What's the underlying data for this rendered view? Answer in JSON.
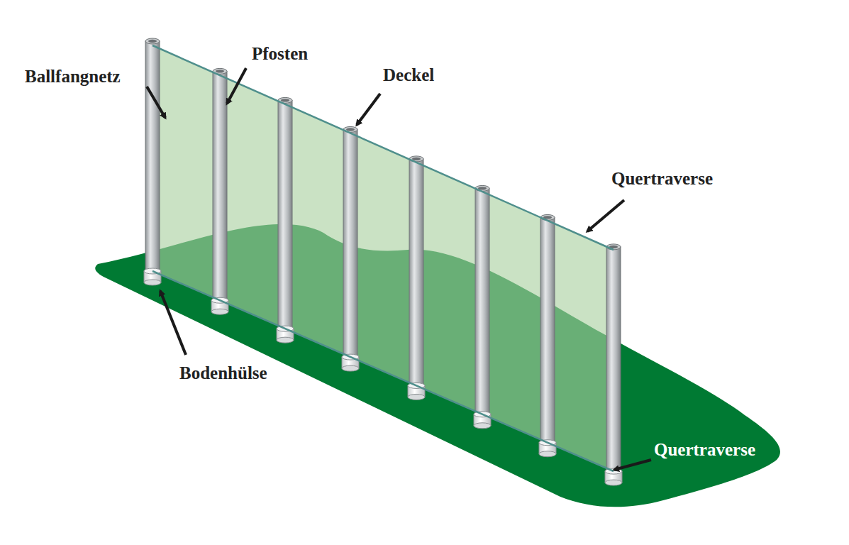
{
  "diagram": {
    "labels": [
      "Ballfangnetz",
      "Pfosten",
      "Deckel",
      "Quertraverse",
      "Bodenhülse",
      "Quertraverse"
    ]
  }
}
